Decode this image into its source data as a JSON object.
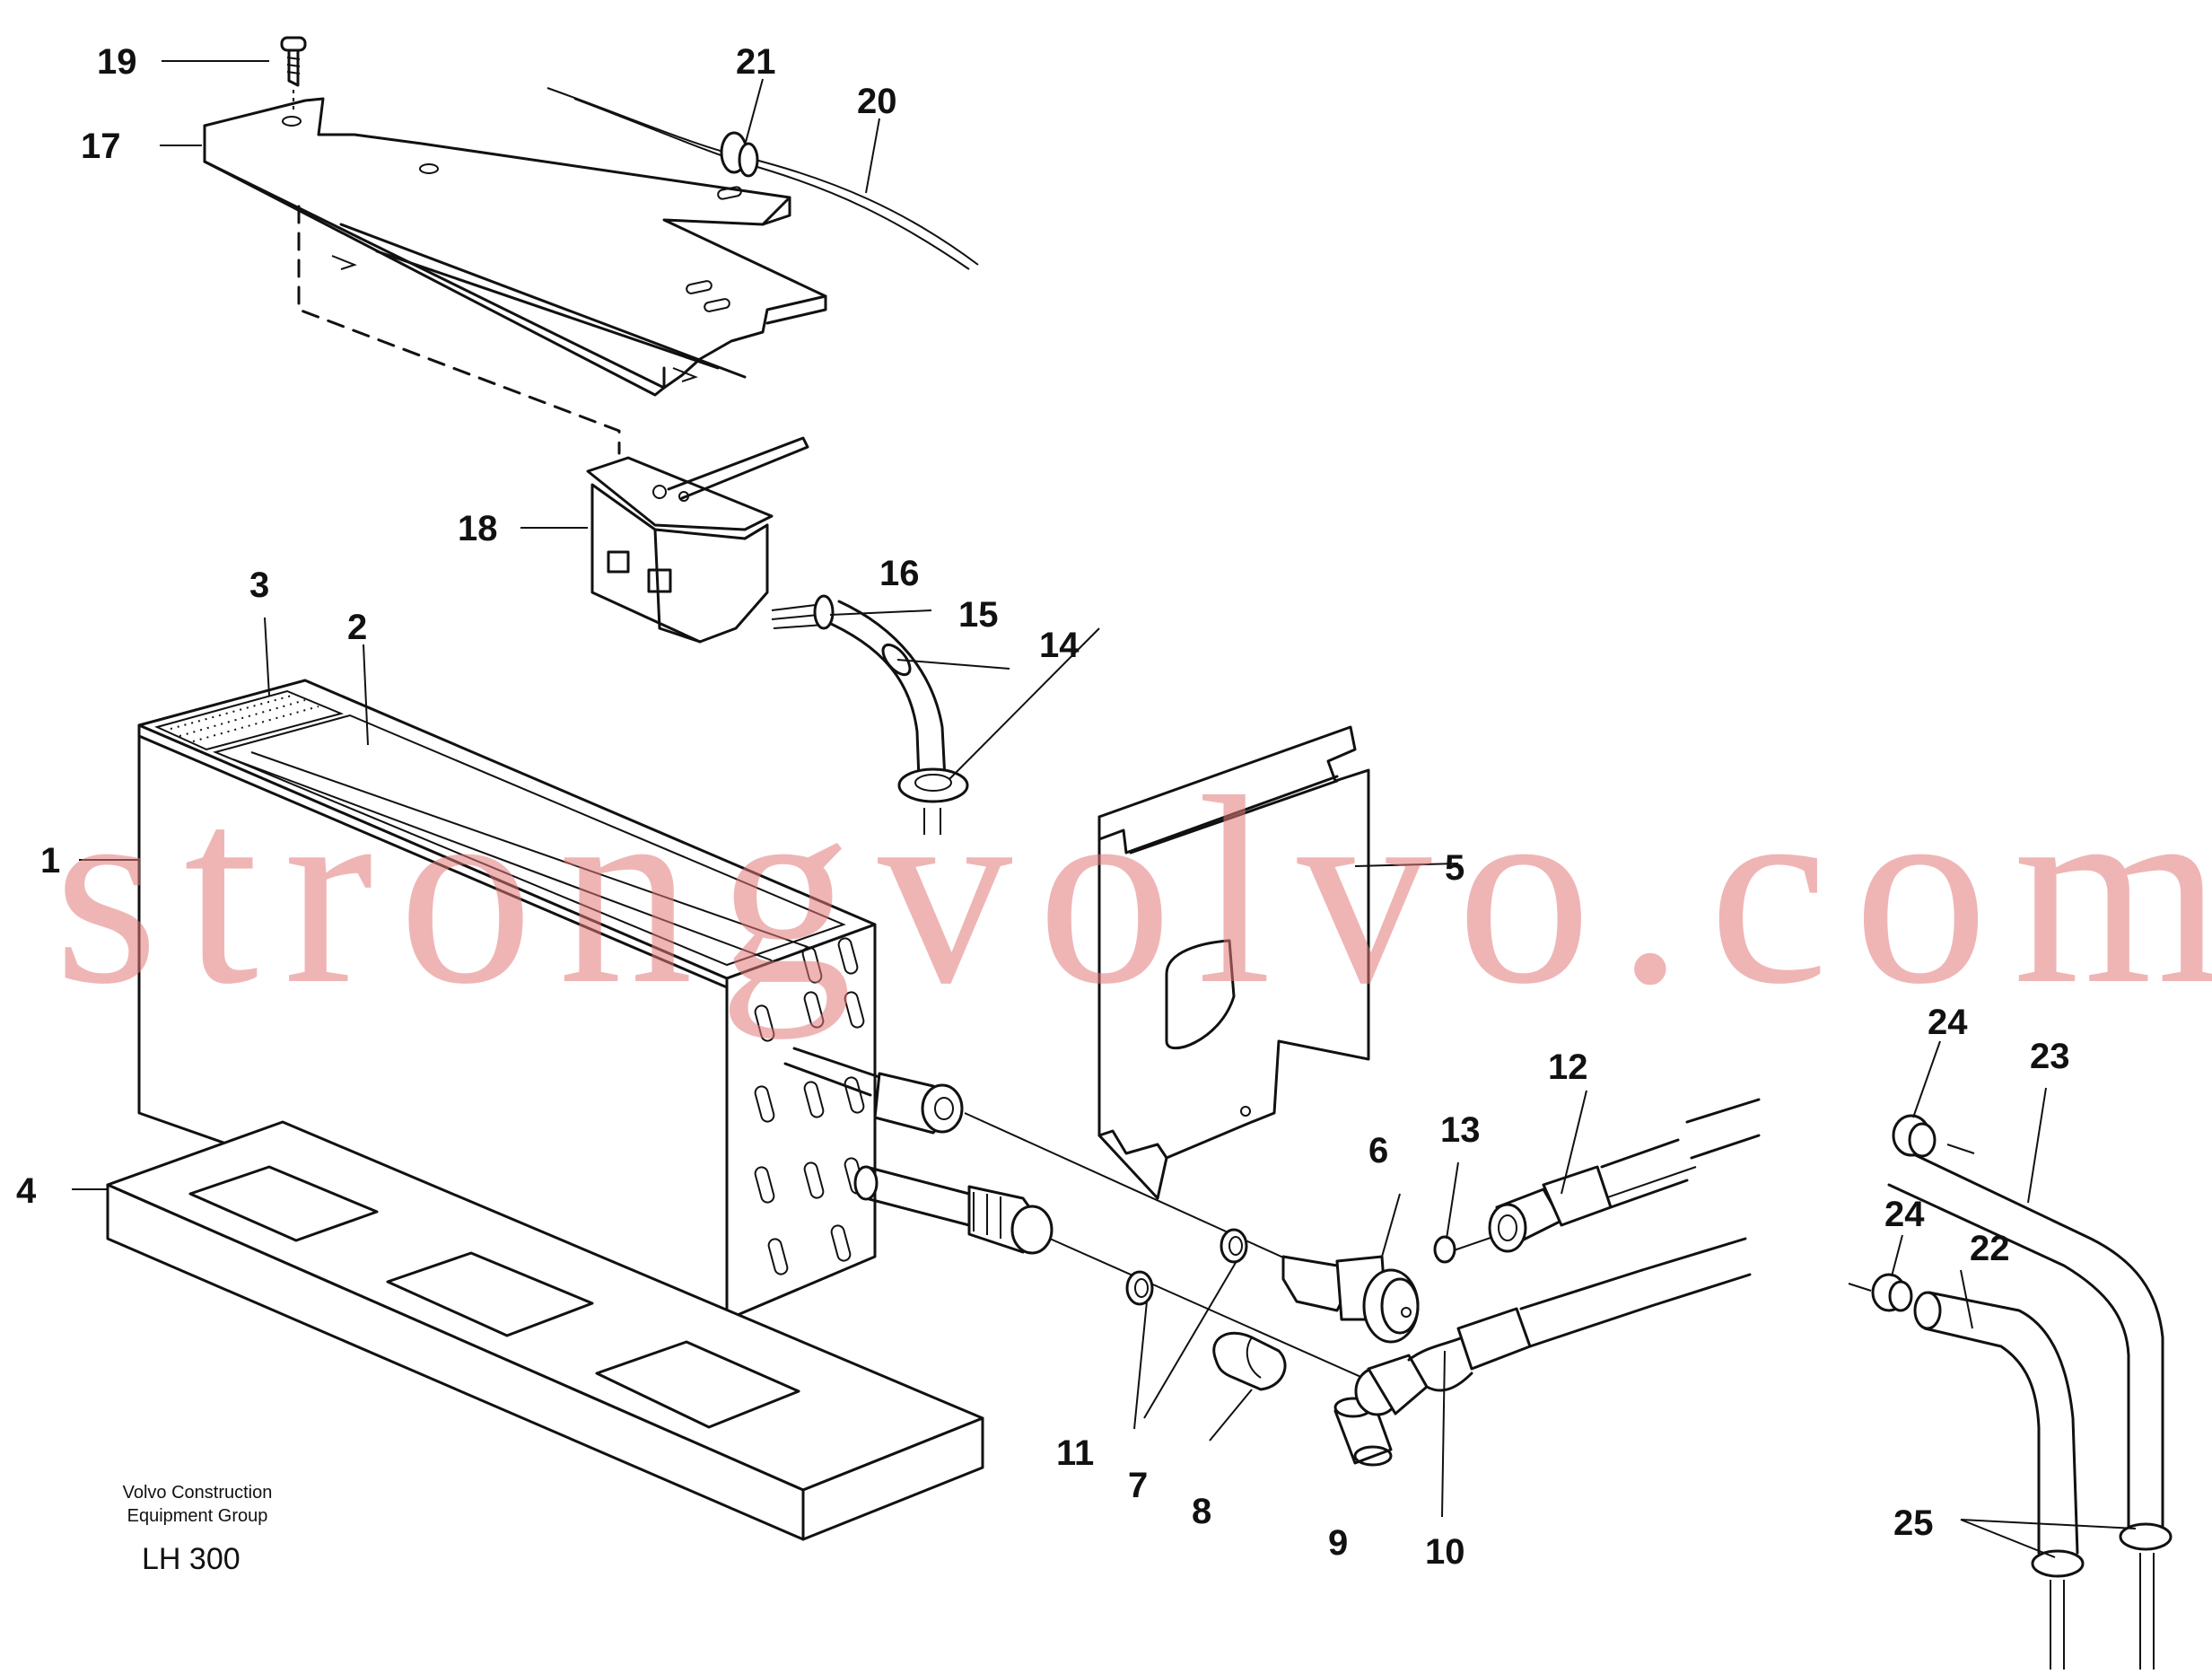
{
  "callouts": [
    {
      "id": "1",
      "label": "1"
    },
    {
      "id": "2",
      "label": "2"
    },
    {
      "id": "3",
      "label": "3"
    },
    {
      "id": "4",
      "label": "4"
    },
    {
      "id": "5",
      "label": "5"
    },
    {
      "id": "6",
      "label": "6"
    },
    {
      "id": "7",
      "label": "7"
    },
    {
      "id": "8",
      "label": "8"
    },
    {
      "id": "9",
      "label": "9"
    },
    {
      "id": "10",
      "label": "10"
    },
    {
      "id": "11",
      "label": "11"
    },
    {
      "id": "12",
      "label": "12"
    },
    {
      "id": "13",
      "label": "13"
    },
    {
      "id": "14",
      "label": "14"
    },
    {
      "id": "15",
      "label": "15"
    },
    {
      "id": "16",
      "label": "16"
    },
    {
      "id": "17",
      "label": "17"
    },
    {
      "id": "18",
      "label": "18"
    },
    {
      "id": "19",
      "label": "19"
    },
    {
      "id": "20",
      "label": "20"
    },
    {
      "id": "21",
      "label": "21"
    },
    {
      "id": "22",
      "label": "22"
    },
    {
      "id": "23",
      "label": "23"
    },
    {
      "id": "24a",
      "label": "24"
    },
    {
      "id": "24b",
      "label": "24"
    },
    {
      "id": "25",
      "label": "25"
    }
  ],
  "credit": {
    "line1": "Volvo Construction",
    "line2": "Equipment Group",
    "code": "LH 300"
  },
  "watermark": "strongvolvo.com",
  "colors": {
    "line": "#111111",
    "watermark": "#e27878",
    "background": "#ffffff"
  }
}
